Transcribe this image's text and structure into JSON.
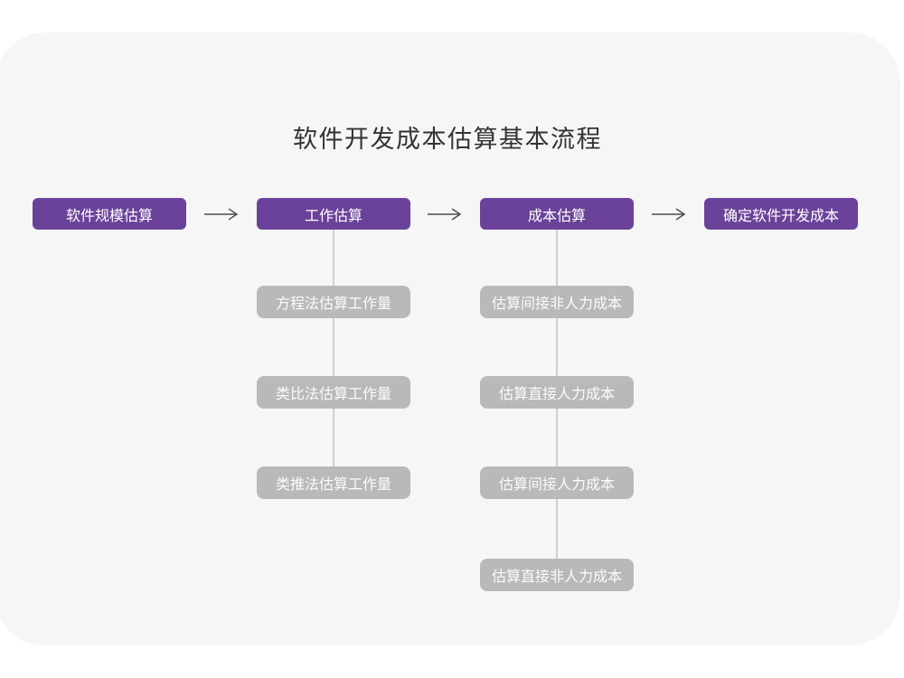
{
  "title": "软件开发成本估算基本流程",
  "colors": {
    "accent_purple": "#6a4299",
    "card_background": "#f6f6f6",
    "sub_node_gray": "#b9b9b9",
    "connector_gray": "#cfcfcf",
    "arrow_gray": "#4a4a4a"
  },
  "flow": {
    "main_steps": [
      {
        "label": "软件规模估算"
      },
      {
        "label": "工作估算"
      },
      {
        "label": "成本估算"
      },
      {
        "label": "确定软件开发成本"
      }
    ],
    "work_methods": [
      "方程法估算工作量",
      "类比法估算工作量",
      "类推法估算工作量"
    ],
    "cost_items": [
      "估算间接非人力成本",
      "估算直接人力成本",
      "估算间接人力成本",
      "估算直接非人力成本"
    ]
  }
}
